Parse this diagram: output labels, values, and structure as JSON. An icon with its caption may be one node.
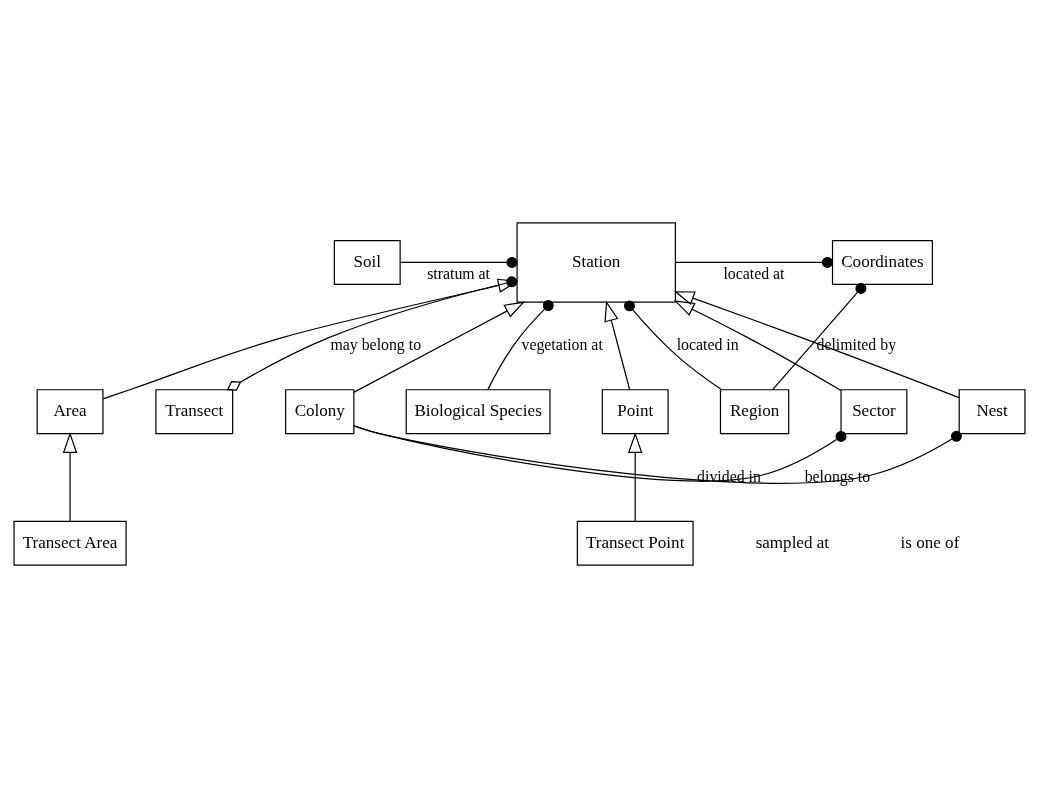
{
  "diagram": {
    "nodes": [
      {
        "text": [
          "Transect"
        ]
      },
      {
        "text": [
          "Biological Species"
        ]
      },
      {
        "text": [
          "Station"
        ]
      },
      {
        "text": [
          "Region"
        ]
      },
      {
        "text": [
          "Soil"
        ]
      },
      {
        "text": [
          "Coordinates"
        ]
      },
      {
        "text": [
          "Point"
        ]
      },
      {
        "text": [
          "Area"
        ]
      },
      {
        "text": [
          "Nest"
        ]
      },
      {
        "text": [
          "Colony"
        ]
      },
      {
        "text": [
          "Sector"
        ]
      },
      {
        "text": [
          "Transect Point"
        ]
      },
      {
        "text": [
          "Transect Area"
        ]
      }
    ],
    "edges": [
      {
        "from": 2,
        "to": 0,
        "arrow": "other",
        "label": "may belong to"
      },
      {
        "from": 1,
        "to": 2,
        "arrow": "other",
        "label": "vegetation at"
      },
      {
        "from": 3,
        "to": 2,
        "arrow": "other",
        "label": "located in"
      },
      {
        "from": 4,
        "to": 2,
        "arrow": "other",
        "label": "stratum at"
      },
      {
        "from": 3,
        "to": 5,
        "arrow": "other",
        "label": "delimited by"
      },
      {
        "from": 2,
        "to": 5,
        "arrow": "other",
        "label": "located at"
      },
      {
        "from": 6,
        "to": 2,
        "arrow": "to"
      },
      {
        "from": 7,
        "to": 2,
        "arrow": "to"
      },
      {
        "from": 8,
        "to": 2,
        "arrow": "to"
      },
      {
        "from": 9,
        "to": 2,
        "arrow": "to"
      },
      {
        "from": 10,
        "to": 2,
        "arrow": "to"
      },
      {
        "from": 9,
        "to": 8,
        "arrow": "other",
        "label": "belongs to"
      },
      {
        "from": 9,
        "to": 10,
        "arrow": "other",
        "label": "divided in"
      },
      {
        "from": 11,
        "to": 6,
        "arrow": "to"
      },
      {
        "from": 12,
        "to": 7,
        "arrow": "to"
      }
    ],
    "labels": [
      "sampled at",
      "is one of"
    ]
  }
}
